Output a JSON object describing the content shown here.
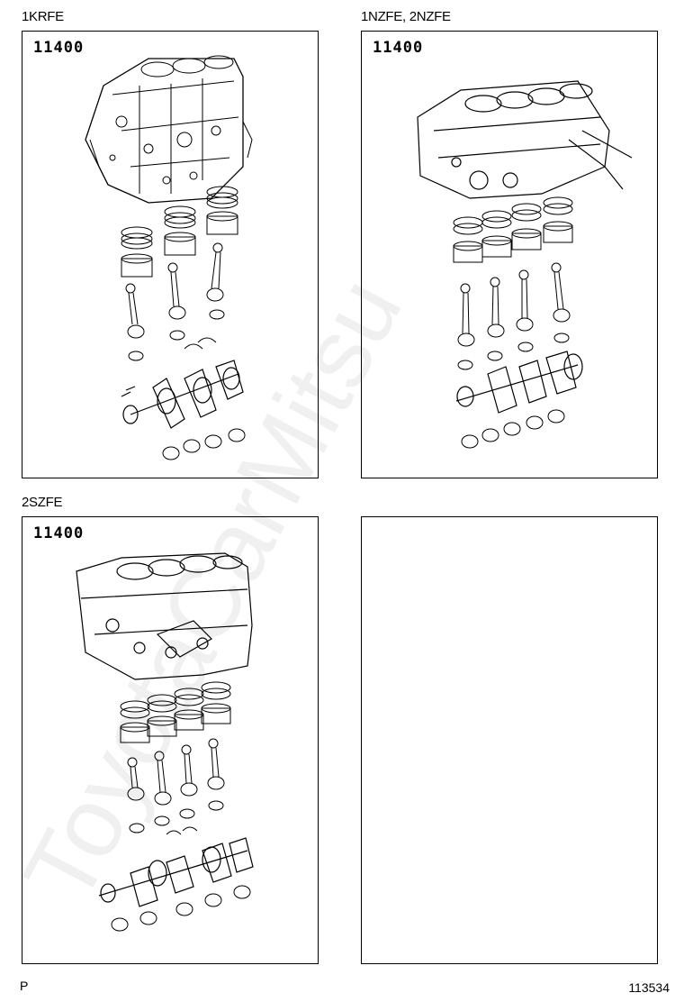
{
  "panels": [
    {
      "engine": "1KRFE",
      "part_number": "11400"
    },
    {
      "engine": "1NZFE, 2NZFE",
      "part_number": "11400"
    },
    {
      "engine": "2SZFE",
      "part_number": "11400"
    },
    {
      "engine": "",
      "part_number": ""
    }
  ],
  "footer": {
    "left": "P",
    "right": "113534"
  },
  "watermark": "ToyotaCarMitsu",
  "icons": [
    "engine-block-illustration",
    "piston-ring-icon",
    "piston-icon",
    "connecting-rod-icon",
    "bearing-icon",
    "crankshaft-icon"
  ]
}
